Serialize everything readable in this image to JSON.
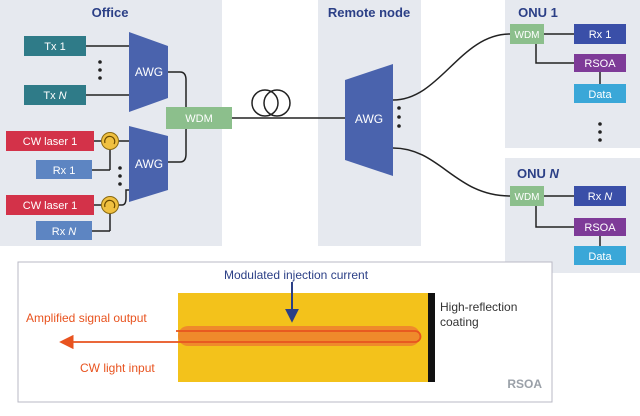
{
  "sections": {
    "office": "Office",
    "remote_node": "Remote node",
    "onu_1": "ONU 1",
    "onu_n_prefix": "ONU ",
    "onu_n_suffix": "N"
  },
  "office": {
    "tx_top": "Tx 1",
    "tx_bottom_prefix": "Tx ",
    "tx_bottom_suffix": "N",
    "awg": "AWG",
    "wdm": "WDM",
    "cw_laser_top": "CW laser 1",
    "cw_laser_bottom": "CW laser 1",
    "rx_top": "Rx 1",
    "rx_bottom_prefix": "Rx ",
    "rx_bottom_suffix": "N"
  },
  "remote": {
    "awg": "AWG"
  },
  "onu1": {
    "wdm": "WDM",
    "rx": "Rx 1",
    "rsoa": "RSOA",
    "data": "Data"
  },
  "onun": {
    "wdm": "WDM",
    "rx_prefix": "Rx ",
    "rx_suffix": "N",
    "rsoa": "RSOA",
    "data": "Data"
  },
  "rsoa_detail": {
    "injection_label": "Modulated injection current",
    "output_label": "Amplified signal output",
    "input_label": "CW light input",
    "coating_line1": "High-reflection",
    "coating_line2": "coating",
    "title": "RSOA"
  },
  "colors": {
    "panel_bg": "#e6e9ef",
    "awg": "#4a63ad",
    "wdm": "#8cbf8c",
    "tx_rx": "#2f7b88",
    "cw_laser": "#d33249",
    "rx_office": "#5d85c2",
    "rx_onu": "#3a4fa8",
    "rsoa": "#7e3b98",
    "data": "#3aa7d8",
    "circulator": "#f0c040",
    "label": "#2b3f86",
    "rsoa_fill": "#f3c21b",
    "rsoa_waveguide": "#ef8a2b",
    "signal": "#e8531f"
  }
}
